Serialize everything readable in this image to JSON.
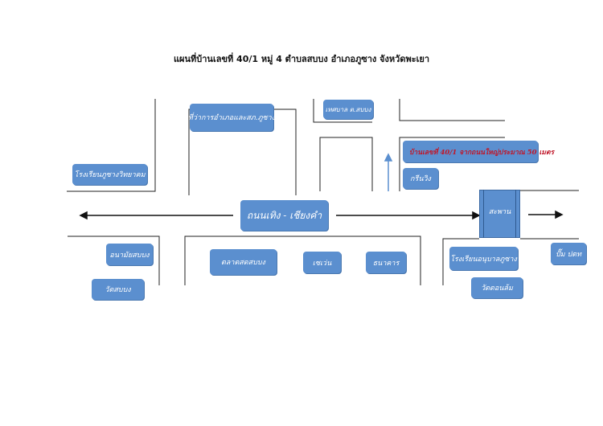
{
  "title": "แผนที่บ้านเลขที่  40/1 หมู่ 4  ตำบลสบบง  อำเภอภูซาง  จังหวัดพะเยา",
  "road": "ถนนเทิง  - เชียงคำ",
  "bridge": "สะพาน",
  "home": "บ้านเลขที่ 40/1 จากถนนใหญ่ประมาณ 50 เมตร",
  "places": {
    "district_office": "ที่ว่าการอำเภอและสภ.ภูซาง",
    "municipality": "เทศบาล ต.สบบง",
    "school_left": "โรงเรียนภูซางวิทยาคม",
    "kindergarten": "กรีนวิง",
    "health_station": "อนามัยสบบง",
    "wat_sobbong": "วัดสบบง",
    "market": "ตลาดสดสบบง",
    "seven_eleven": "เซเว่น",
    "bank": "ธนาคาร",
    "school_right": "โรงเรียนอนุบาลภูซาง",
    "wat_right": "วัดดอนล้ม",
    "gas_station": "ปั๊ม ปตท"
  },
  "colors": {
    "label_bg": "#5b8fcf",
    "line": "#222222",
    "home_text": "#c0182a",
    "arrow_up": "#5b8fcf"
  },
  "icons": [
    "arrow-left-icon",
    "arrow-right-icon",
    "arrow-up-icon"
  ]
}
